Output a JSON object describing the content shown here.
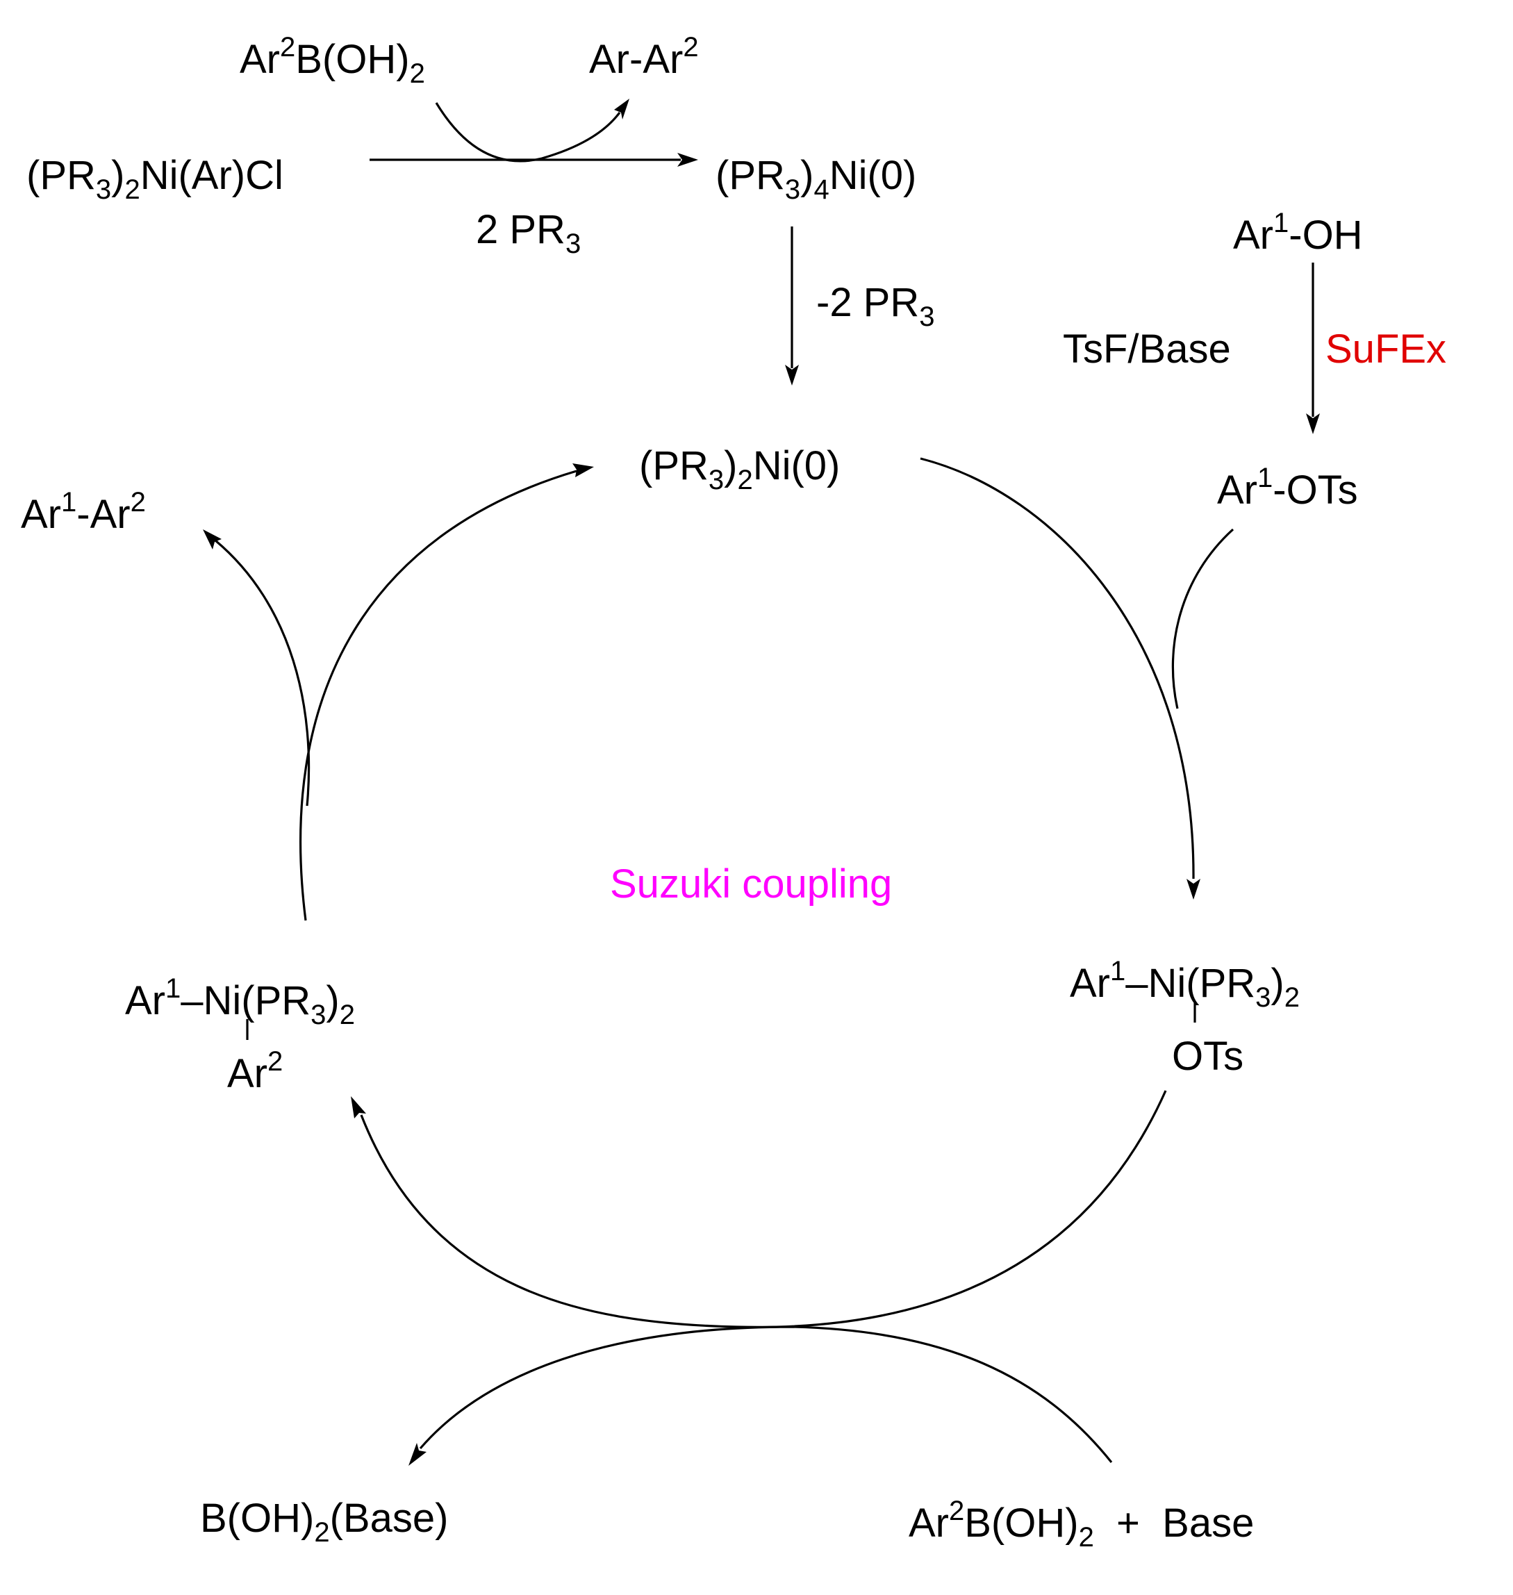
{
  "diagram": {
    "title": "Suzuki coupling",
    "title_color": "#ff00ff",
    "sufex_color": "#e00000",
    "top_reaction": {
      "boronic_acid": [
        "Ar",
        "2",
        "B(OH)",
        "2"
      ],
      "byproduct": [
        "Ar-Ar",
        "2"
      ],
      "reactant": [
        "(PR",
        "3",
        ")",
        "2",
        "Ni(Ar)Cl"
      ],
      "product": [
        "(PR",
        "3",
        ")",
        "4",
        "Ni(0)"
      ],
      "reagent": [
        "2 PR",
        "3"
      ]
    },
    "ligand_loss": [
      "-2 PR",
      "3"
    ],
    "sufex": {
      "phenol": [
        "Ar",
        "1",
        "-OH"
      ],
      "reagent": "TsF/Base",
      "label": "SuFEx",
      "tosylate": [
        "Ar",
        "1",
        "-OTs"
      ]
    },
    "cycle": {
      "catalyst": [
        "(PR",
        "3",
        ")",
        "2",
        "Ni(0)"
      ],
      "oxidative_addition_complex": {
        "top": [
          "Ar",
          "1",
          "–Ni(PR",
          "3",
          ")",
          "2"
        ],
        "bottom": "OTs"
      },
      "transmetalation_complex": {
        "top": [
          "Ar",
          "1",
          "–Ni(PR",
          "3",
          ")",
          "2"
        ],
        "bottom": [
          "Ar",
          "2"
        ]
      },
      "product": [
        "Ar",
        "1",
        "-Ar",
        "2"
      ],
      "boron_byproduct": [
        "B(OH)",
        "2",
        "(Base)"
      ],
      "boron_reagent": [
        "Ar",
        "2",
        "B(OH)",
        "2",
        "  +  Base"
      ]
    }
  }
}
